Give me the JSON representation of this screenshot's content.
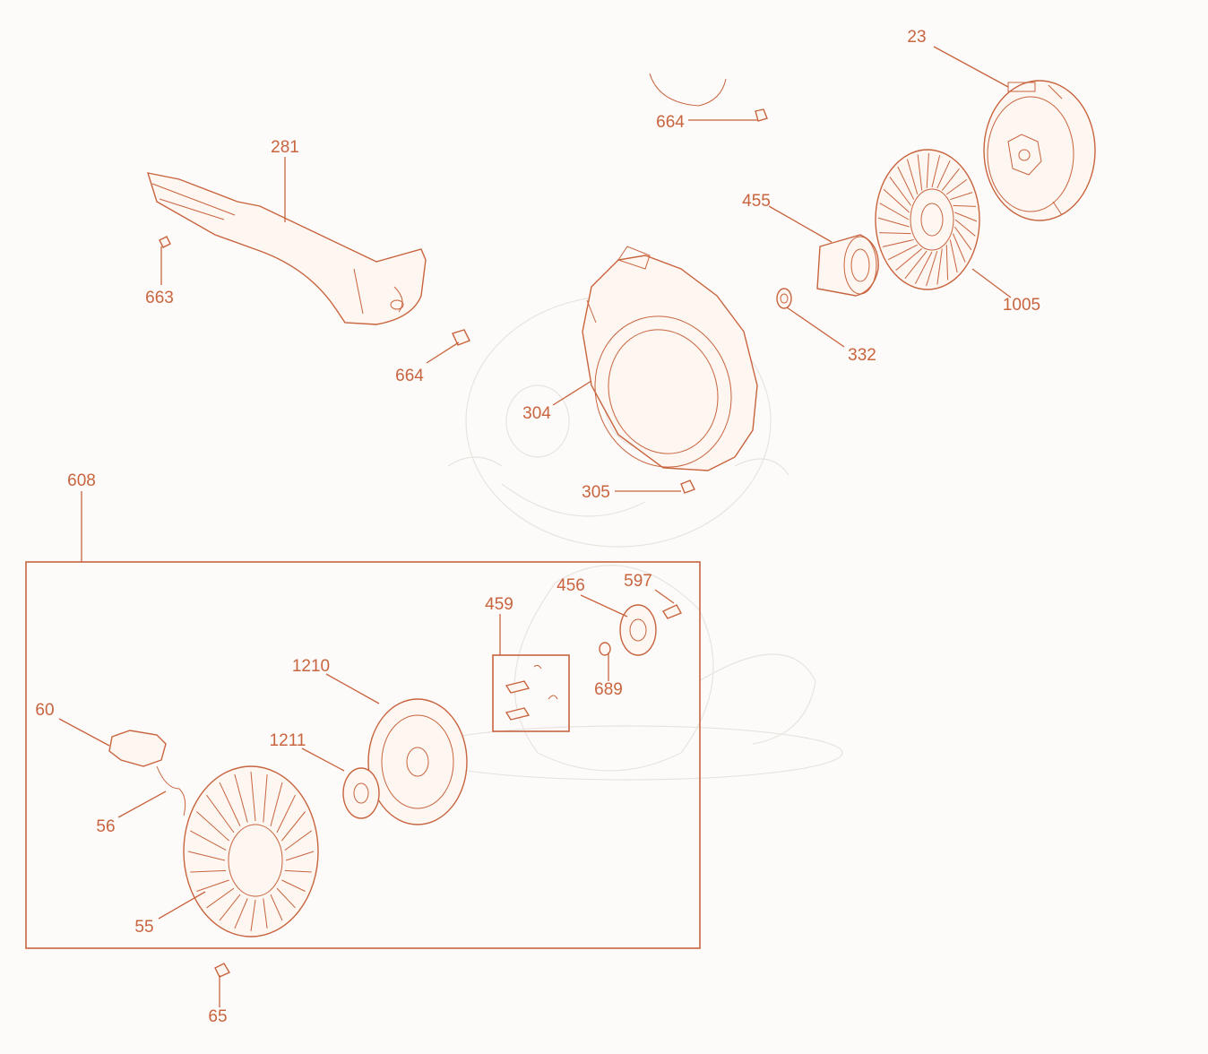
{
  "diagram": {
    "accent_color": "#c8643e",
    "labels": {
      "p23": "23",
      "p281": "281",
      "p663": "663",
      "p664a": "664",
      "p664b": "664",
      "p455": "455",
      "p1005": "1005",
      "p332": "332",
      "p304": "304",
      "p305": "305",
      "p608": "608",
      "p597": "597",
      "p456": "456",
      "p459": "459",
      "p689": "689",
      "p1210": "1210",
      "p60": "60",
      "p1211": "1211",
      "p56": "56",
      "p55": "55",
      "p65": "65"
    }
  }
}
